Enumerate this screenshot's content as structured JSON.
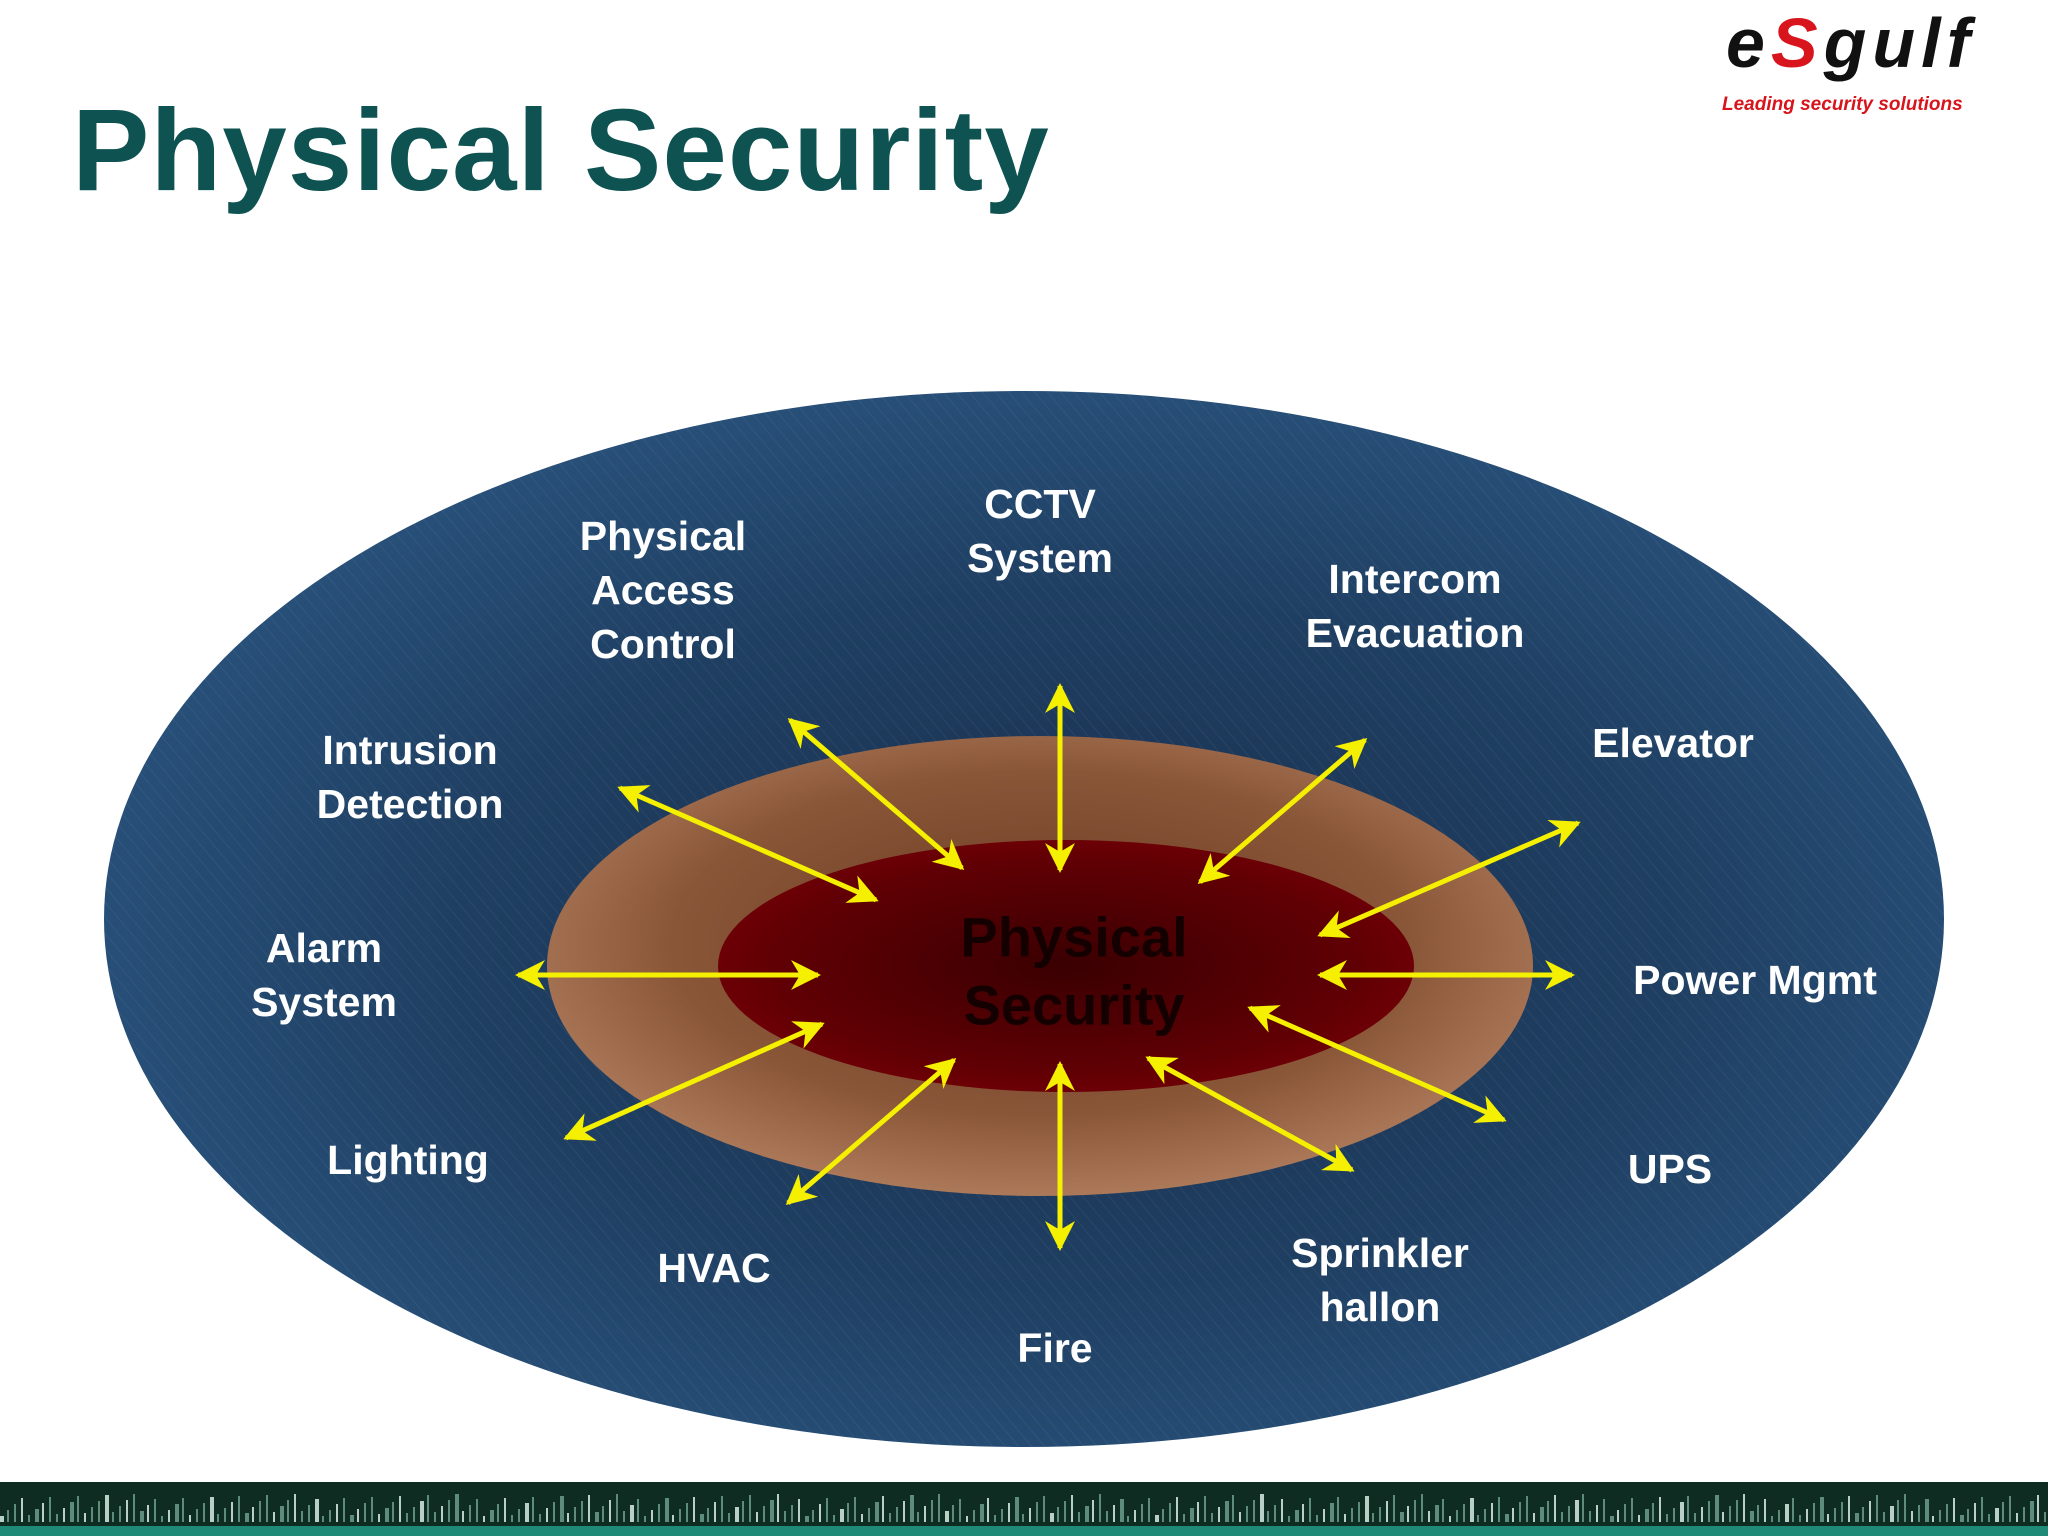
{
  "title": "Physical Security",
  "logo": {
    "word_prefix": "e",
    "word_accent": "S",
    "word_suffix": "gulf",
    "tagline": "Leading security solutions"
  },
  "diagram": {
    "center": "Physical\nSecurity",
    "items": [
      "Physical\nAccess\nControl",
      "CCTV\nSystem",
      "Intercom\nEvacuation",
      "Intrusion\nDetection",
      "Elevator",
      "Alarm\nSystem",
      "Power Mgmt",
      "Lighting",
      "UPS",
      "HVAC",
      "Sprinkler\nhallon",
      "Fire"
    ]
  },
  "colors": {
    "title": "#0e5352",
    "outer_ellipse": "#234d74",
    "middle_ring": "#a87456",
    "inner_core": "#6b0005",
    "arrow": "#f5f000",
    "label": "#ffffff",
    "logo_accent": "#d8141c"
  }
}
